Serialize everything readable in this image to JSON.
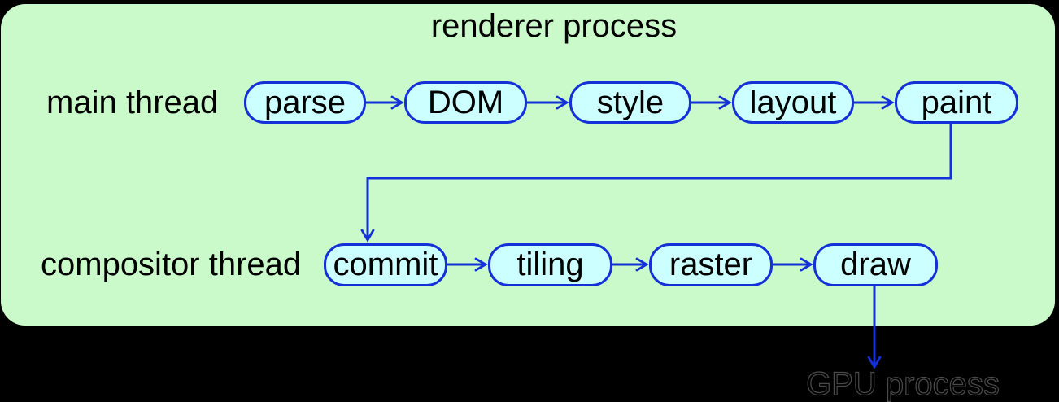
{
  "title": "renderer process",
  "colors": {
    "background": "#000000",
    "panel_green": "#cafaca",
    "node_fill": "#ccffff",
    "line_blue": "#1430d8",
    "text": "#000000"
  },
  "rows": {
    "main": {
      "label": "main thread",
      "nodes": [
        "parse",
        "DOM",
        "style",
        "layout",
        "paint"
      ]
    },
    "compositor": {
      "label": "compositor thread",
      "nodes": [
        "commit",
        "tiling",
        "raster",
        "draw"
      ]
    }
  },
  "external": {
    "label": "GPU process"
  },
  "flow": {
    "main_sequence": "parse → DOM → style → layout → paint",
    "cross_thread": "paint → commit",
    "compositor_sequence": "commit → tiling → raster → draw",
    "output": "draw → GPU process"
  }
}
